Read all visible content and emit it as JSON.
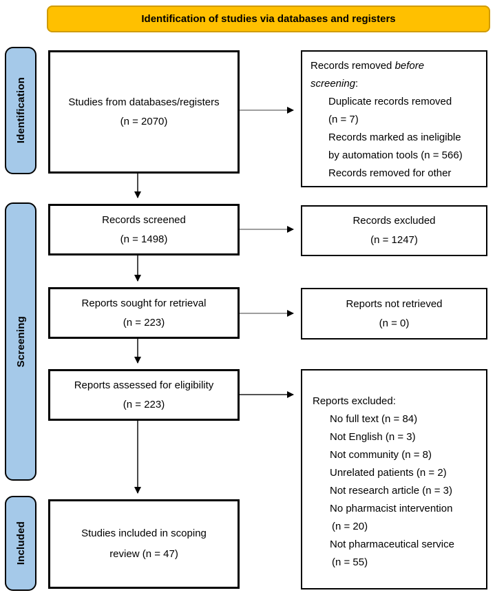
{
  "banner": {
    "label": "Identification of studies via databases and registers"
  },
  "sidebar": [
    {
      "label": "Identification"
    },
    {
      "label": "Screening"
    },
    {
      "label": "Included"
    }
  ],
  "boxes": {
    "studies": {
      "lines": [
        "Studies from databases/registers",
        "(n = 2070)"
      ]
    },
    "records_screened": {
      "lines": [
        "Records screened",
        "(n = 1498)"
      ]
    },
    "reports_sought": {
      "lines": [
        "Reports sought for retrieval",
        "(n = 223)"
      ]
    },
    "reports_assessed": {
      "lines": [
        "Reports assessed for eligibility",
        "(n = 223)"
      ]
    },
    "studies_included": {
      "lines": [
        "Studies included in scoping",
        "review (n = 47)"
      ]
    },
    "records_excluded": {
      "lines": [
        "Records excluded",
        "(n = 1247)"
      ]
    },
    "reports_not_retrieved": {
      "lines": [
        "Reports not retrieved",
        "(n = 0)"
      ]
    },
    "records_removed": {
      "heading": {
        "normal1": "Records removed ",
        "italic1": "before",
        "italic2": "screening",
        "suffix": ":"
      },
      "items": [
        {
          "text": "Duplicate records removed",
          "level": 1
        },
        {
          "text": "(n = 7)",
          "level": 1
        },
        {
          "text": "Records marked as ineligible",
          "level": 1
        },
        {
          "text": "by automation tools (n = 566)",
          "level": 1
        },
        {
          "text": "Records removed for other",
          "level": 1
        }
      ]
    },
    "reports_excluded": {
      "heading": "Reports excluded:",
      "items": [
        {
          "text": "No full text (n = 84)",
          "level": 1
        },
        {
          "text": "Not English (n = 3)",
          "level": 1
        },
        {
          "text": "Not community (n = 8)",
          "level": 1
        },
        {
          "text": "Unrelated patients (n = 2)",
          "level": 1
        },
        {
          "text": "Not research article (n = 3)",
          "level": 1
        },
        {
          "text": "No pharmacist intervention",
          "level": 1
        },
        {
          "text": "(n = 20)",
          "level": 2
        },
        {
          "text": "Not pharmaceutical service",
          "level": 1
        },
        {
          "text": "(n = 55)",
          "level": 2
        }
      ]
    }
  },
  "colors": {
    "banner_fill": "#FFC000",
    "banner_border": "#D09B00",
    "sidebar_fill": "#A5C9E9",
    "box_border": "#000000",
    "arrow_line": "#7f7f7f",
    "connector_line": "#1a1a1a"
  }
}
